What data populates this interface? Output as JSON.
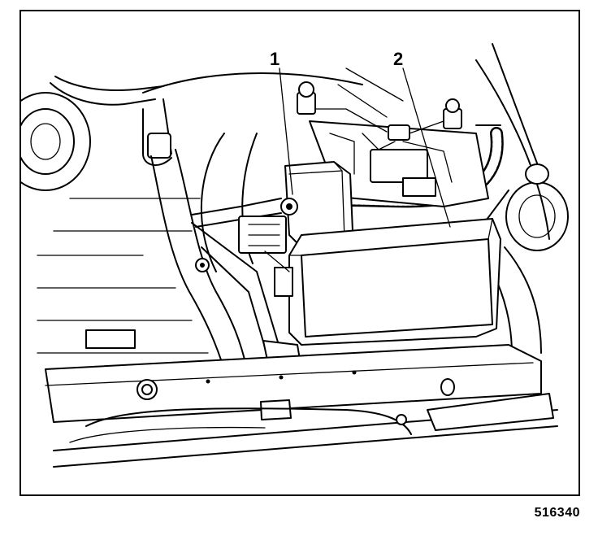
{
  "figure": {
    "callouts": [
      {
        "label": "1"
      },
      {
        "label": "2"
      }
    ],
    "figure_id": "516340"
  }
}
